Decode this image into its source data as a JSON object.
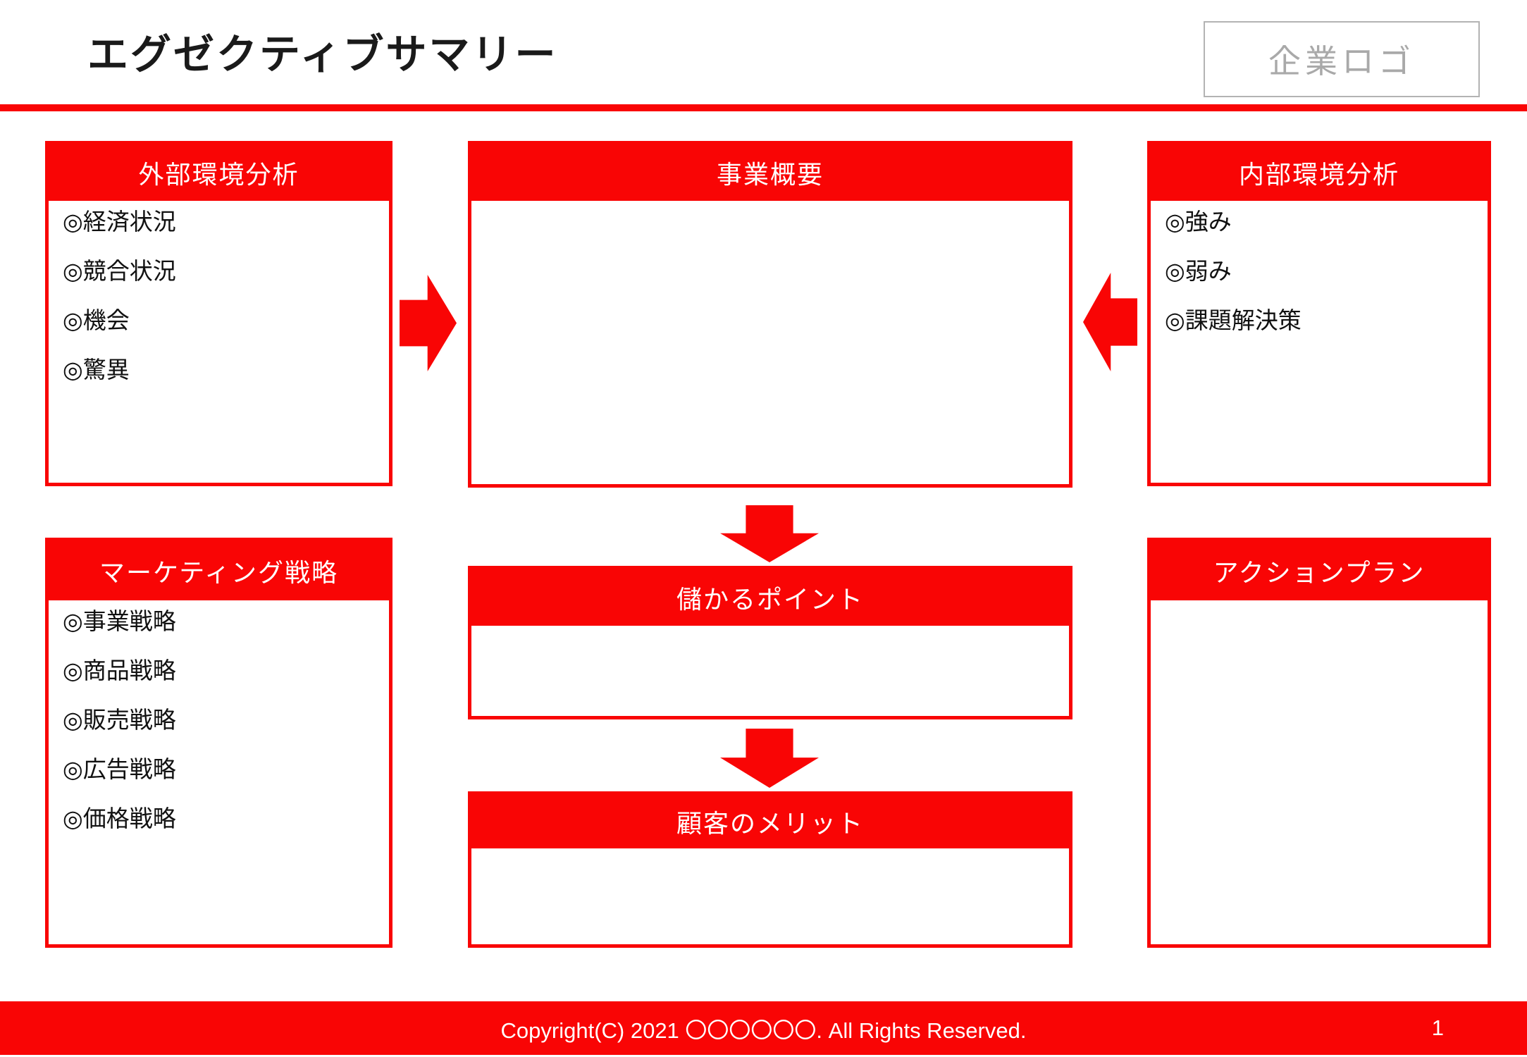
{
  "colors": {
    "accent_red": "#F90505",
    "logo_gray": "#A9A9A9",
    "title_black": "#1A1A1A"
  },
  "header": {
    "title": "エグゼクティブサマリー",
    "logo_text": "企業ロゴ"
  },
  "panels": {
    "external_analysis": {
      "title": "外部環境分析",
      "items": [
        "◎経済状況",
        "◎競合状況",
        "◎機会",
        "◎驚異"
      ]
    },
    "business_overview": {
      "title": "事業概要"
    },
    "internal_analysis": {
      "title": "内部環境分析",
      "items": [
        "◎強み",
        "◎弱み",
        "◎課題解決策"
      ]
    },
    "marketing_strategy": {
      "title": "マーケティング戦略",
      "items": [
        "◎事業戦略",
        "◎商品戦略",
        "◎販売戦略",
        "◎広告戦略",
        "◎価格戦略"
      ]
    },
    "profit_point": {
      "title": "儲かるポイント"
    },
    "customer_merit": {
      "title": "顧客のメリット"
    },
    "action_plan": {
      "title": "アクションプラン"
    }
  },
  "flow_arrows": [
    {
      "name": "block-arrow-right",
      "from": "external_analysis",
      "to": "business_overview"
    },
    {
      "name": "block-arrow-left",
      "from": "internal_analysis",
      "to": "business_overview"
    },
    {
      "name": "block-arrow-down",
      "from": "business_overview",
      "to": "profit_point"
    },
    {
      "name": "block-arrow-down",
      "from": "profit_point",
      "to": "customer_merit"
    }
  ],
  "footer": {
    "copyright": "Copyright(C) 2021 〇〇〇〇〇〇. All Rights Reserved.",
    "page_number": "1"
  }
}
